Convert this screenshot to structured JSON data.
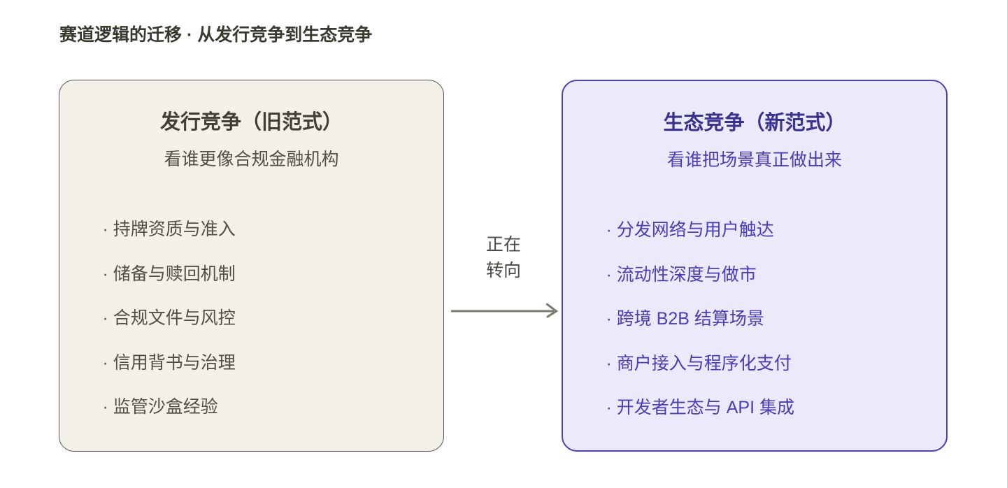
{
  "page": {
    "title": "赛道逻辑的迁移 · 从发行竞争到生态竞争",
    "background_color": "#ffffff"
  },
  "old_card": {
    "title": "发行竞争（旧范式）",
    "subtitle": "看谁更像合规金融机构",
    "items": [
      "· 持牌资质与准入",
      "· 储备与赎回机制",
      "· 合规文件与风控",
      "· 信用背书与治理",
      "· 监管沙盒经验"
    ],
    "fill_color": "#f2f0e8",
    "border_color": "#53514b",
    "title_color": "#403e35",
    "text_color": "#504e47"
  },
  "transition": {
    "label_line1": "正在",
    "label_line2": "转向",
    "text_color": "#4b4a44",
    "arrow_color": "#7d7a72"
  },
  "new_card": {
    "title": "生态竞争（新范式）",
    "subtitle": "看谁把场景真正做出来",
    "items": [
      "· 分发网络与用户触达",
      "· 流动性深度与做市",
      "· 跨境 B2B 结算场景",
      "· 商户接入与程序化支付",
      "· 开发者生态与 API 集成"
    ],
    "fill_color": "#ebe9fa",
    "border_color": "#4c40bd",
    "title_color": "#3a3194",
    "text_color": "#473dbe"
  }
}
